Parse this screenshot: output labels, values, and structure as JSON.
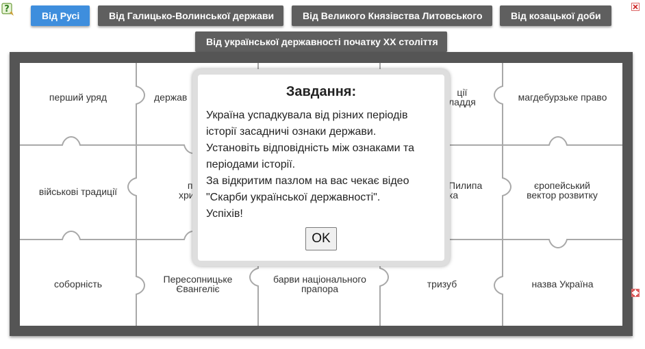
{
  "tabs": [
    {
      "label": "Від Русі",
      "active": true
    },
    {
      "label": "Від Галицько-Волинської держави",
      "active": false
    },
    {
      "label": "Від Великого Князівства Литовського",
      "active": false
    },
    {
      "label": "Від козацької доби",
      "active": false
    },
    {
      "label": "Від української державності початку ХХ століття",
      "active": false
    }
  ],
  "pieces": {
    "r1c1": "перший уряд",
    "r1c2": "держав",
    "r1c4": "ції\nладдя",
    "r1c5": "магдебурзьке право",
    "r2c1": "військові традиції",
    "r2c2": "при\nхрист",
    "r2c4": " Пилипа\nка",
    "r2c5": "єропейський вектор розвитку",
    "r3c1": "соборність",
    "r3c2": "Пересопницьке Євангеліє",
    "r3c3": "барви національного прапора",
    "r3c4": "тризуб",
    "r3c5": "назва Україна"
  },
  "modal": {
    "title": "Завдання:",
    "lines": [
      "Україна успадкувала від різних періодів",
      "історії засадничі ознаки держави.",
      "Установіть відповідність між ознаками та",
      "періодами історії.",
      "За відкритим пазлом на вас чекає відео",
      "\"Скарби української державності\".",
      "Успіхів!"
    ],
    "ok_label": "OK"
  },
  "colors": {
    "active_tab": "#3e8edd",
    "inactive_tab": "#5f5f5f",
    "board": "#555555"
  },
  "icons": [
    "help-icon",
    "close-icon",
    "fullscreen-icon"
  ]
}
